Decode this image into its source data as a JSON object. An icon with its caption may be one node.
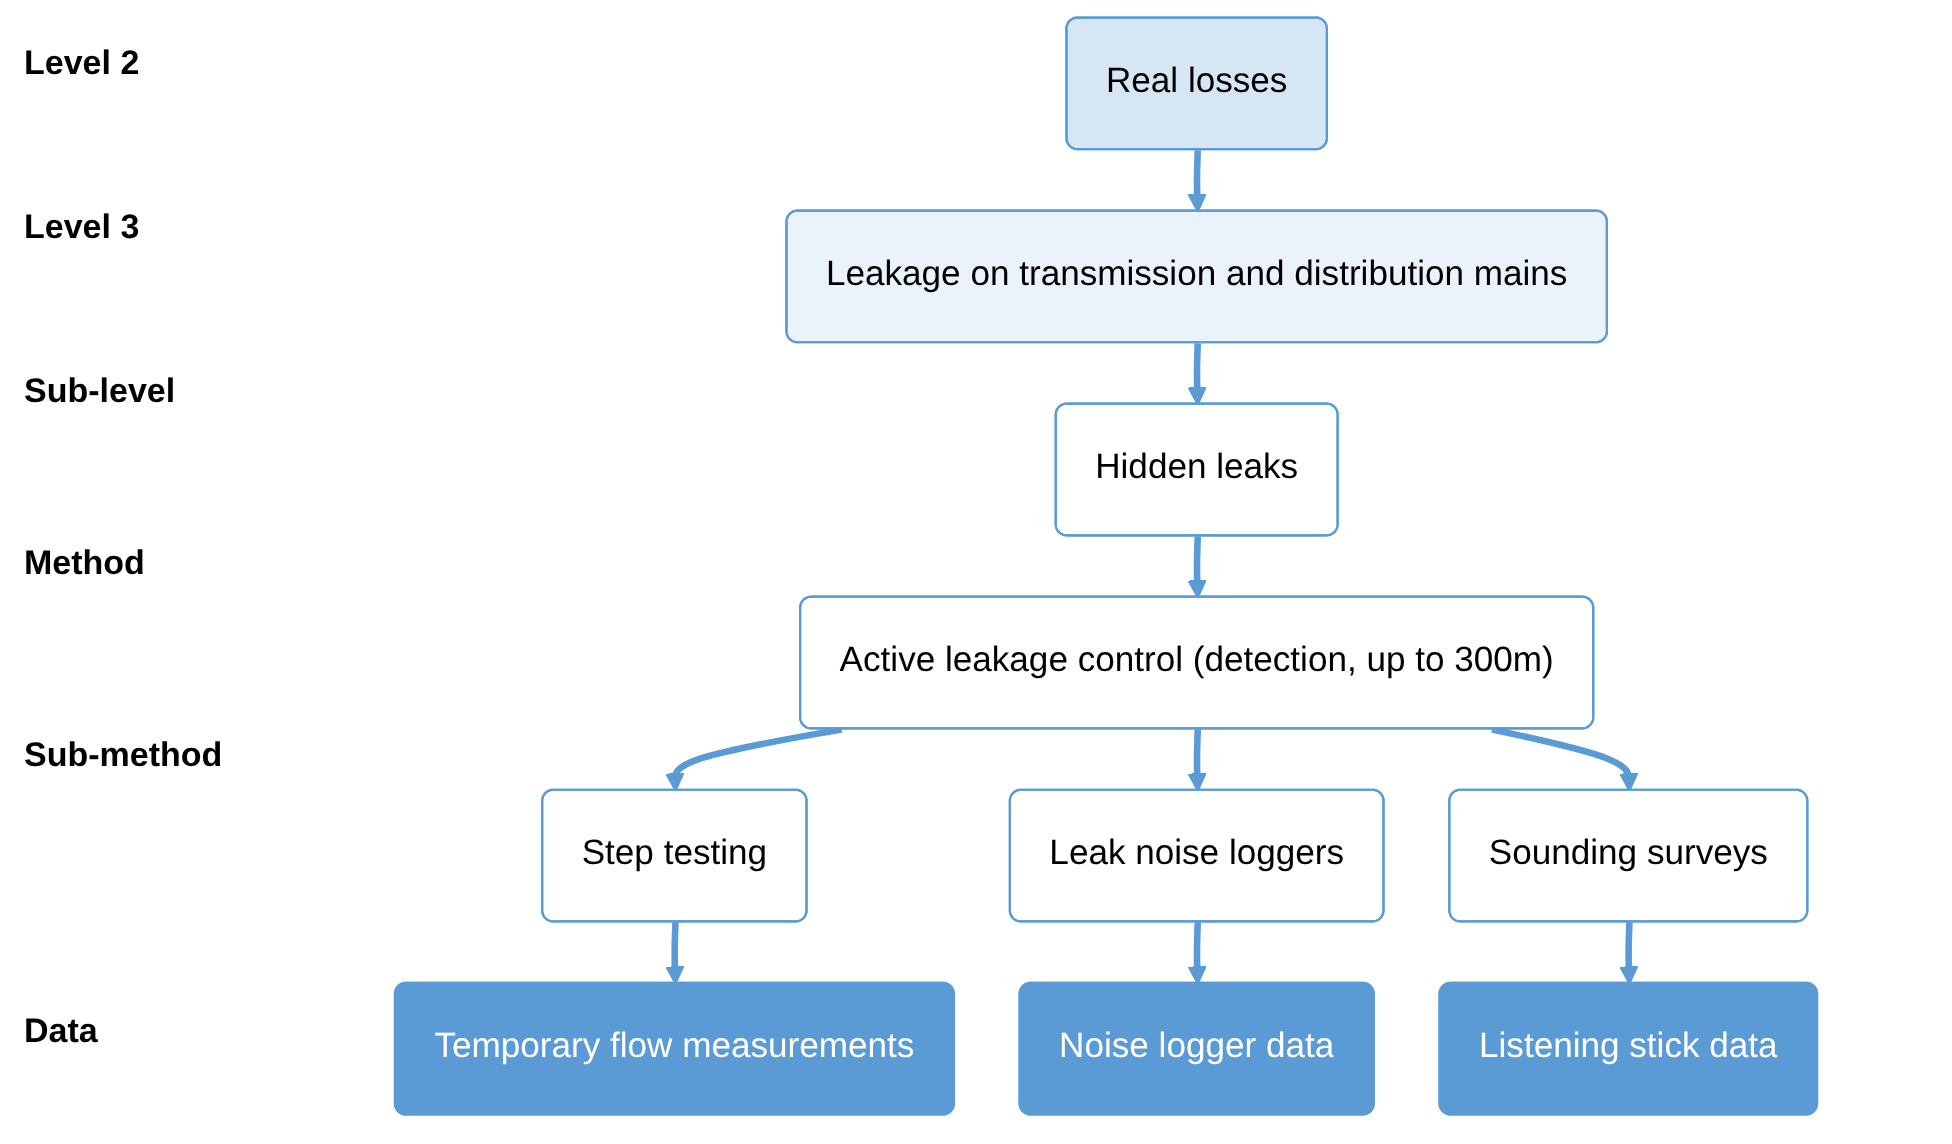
{
  "diagram": {
    "nodes": [
      {
        "text": [
          "Real losses"
        ]
      },
      {
        "text": [
          "Leakage on transmission and distribution mains"
        ]
      },
      {
        "text": [
          "Hidden leaks"
        ]
      },
      {
        "text": [
          "Active leakage control (detection, up to 300m)"
        ]
      },
      {
        "text": [
          "Step testing"
        ]
      },
      {
        "text": [
          "Leak noise loggers"
        ]
      },
      {
        "text": [
          "Sounding surveys"
        ]
      },
      {
        "text": [
          "Temporary flow measurements"
        ]
      },
      {
        "text": [
          "Noise logger data"
        ]
      },
      {
        "text": [
          "Listening stick data"
        ]
      }
    ],
    "edges": [
      {
        "from": 0,
        "to": 1,
        "arrow": "to"
      },
      {
        "from": 1,
        "to": 2,
        "arrow": "to"
      },
      {
        "from": 2,
        "to": 3,
        "arrow": "to"
      },
      {
        "from": 3,
        "to": 4,
        "arrow": "to"
      },
      {
        "from": 3,
        "to": 5,
        "arrow": "to"
      },
      {
        "from": 3,
        "to": 6,
        "arrow": "to"
      },
      {
        "from": 4,
        "to": 7,
        "arrow": "to"
      },
      {
        "from": 5,
        "to": 8,
        "arrow": "to"
      },
      {
        "from": 6,
        "to": 9,
        "arrow": "to"
      }
    ],
    "labels": [
      "Level 2",
      "Level 3",
      "Sub-level",
      "Method",
      "Sub-method",
      "Data"
    ]
  }
}
